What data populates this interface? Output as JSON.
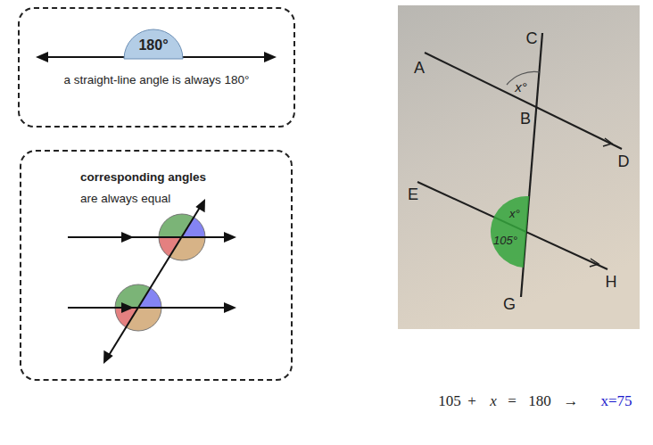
{
  "diagram": {
    "nodes": [
      {
        "text": [
          "a straight-line angle is always 180°"
        ]
      },
      {
        "text": [
          "180°"
        ],
        "in": 0
      },
      {
        "text": [
          "corresponding angles",
          "are always equal"
        ]
      },
      {
        "text": [
          "x°",
          "105°"
        ]
      }
    ],
    "labels": [
      "A",
      "C",
      "x°",
      "B",
      "D",
      "E",
      "G",
      "H",
      "105",
      "+",
      "x",
      "=",
      "180",
      "→",
      "x=75"
    ]
  }
}
